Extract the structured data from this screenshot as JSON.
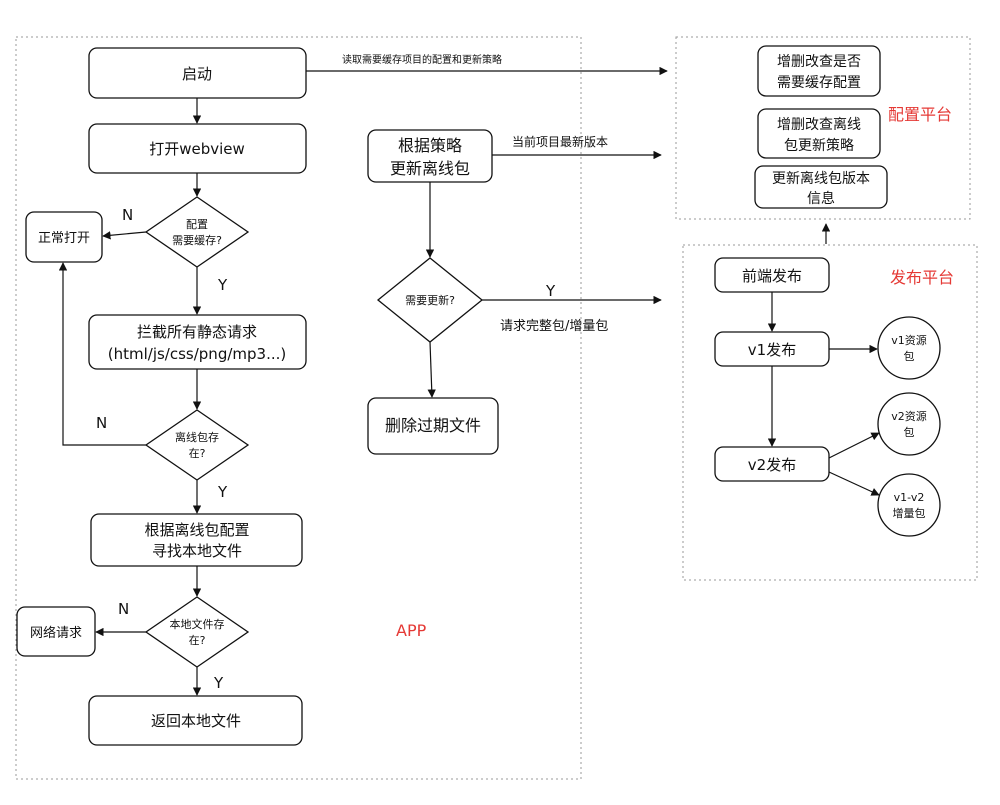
{
  "regions": {
    "app": "APP",
    "config_platform": "配置平台",
    "release_platform": "发布平台"
  },
  "app_flow": {
    "start": "启动",
    "open_webview": "打开webview",
    "need_cache": [
      "配置",
      "需要缓存?"
    ],
    "normal_open": "正常打开",
    "intercept": [
      "拦截所有静态请求",
      "(html/js/css/png/mp3...)"
    ],
    "package_exists": [
      "离线包存",
      "在?"
    ],
    "find_local": [
      "根据离线包配置",
      "寻找本地文件"
    ],
    "local_exists": [
      "本地文件存",
      "在?"
    ],
    "network_request": "网络请求",
    "return_local": "返回本地文件"
  },
  "update_flow": {
    "update_by_strategy": [
      "根据策略",
      "更新离线包"
    ],
    "need_update": "需要更新?",
    "delete_expired": "删除过期文件"
  },
  "config_items": [
    [
      "增删改查是否",
      "需要缓存配置"
    ],
    [
      "增删改查离线",
      "包更新策略"
    ],
    [
      "更新离线包版本",
      "信息"
    ]
  ],
  "release_flow": {
    "frontend_release": "前端发布",
    "v1_release": "v1发布",
    "v2_release": "v2发布",
    "v1_package": [
      "v1资源",
      "包"
    ],
    "v2_package": [
      "v2资源",
      "包"
    ],
    "v1_v2_package": [
      "v1-v2",
      "增量包"
    ]
  },
  "edge_labels": {
    "read_config": "读取需要缓存项目的配置和更新策略",
    "current_version": "当前项目最新版本",
    "request_package": "请求完整包/增量包",
    "yes": "Y",
    "no": "N"
  }
}
